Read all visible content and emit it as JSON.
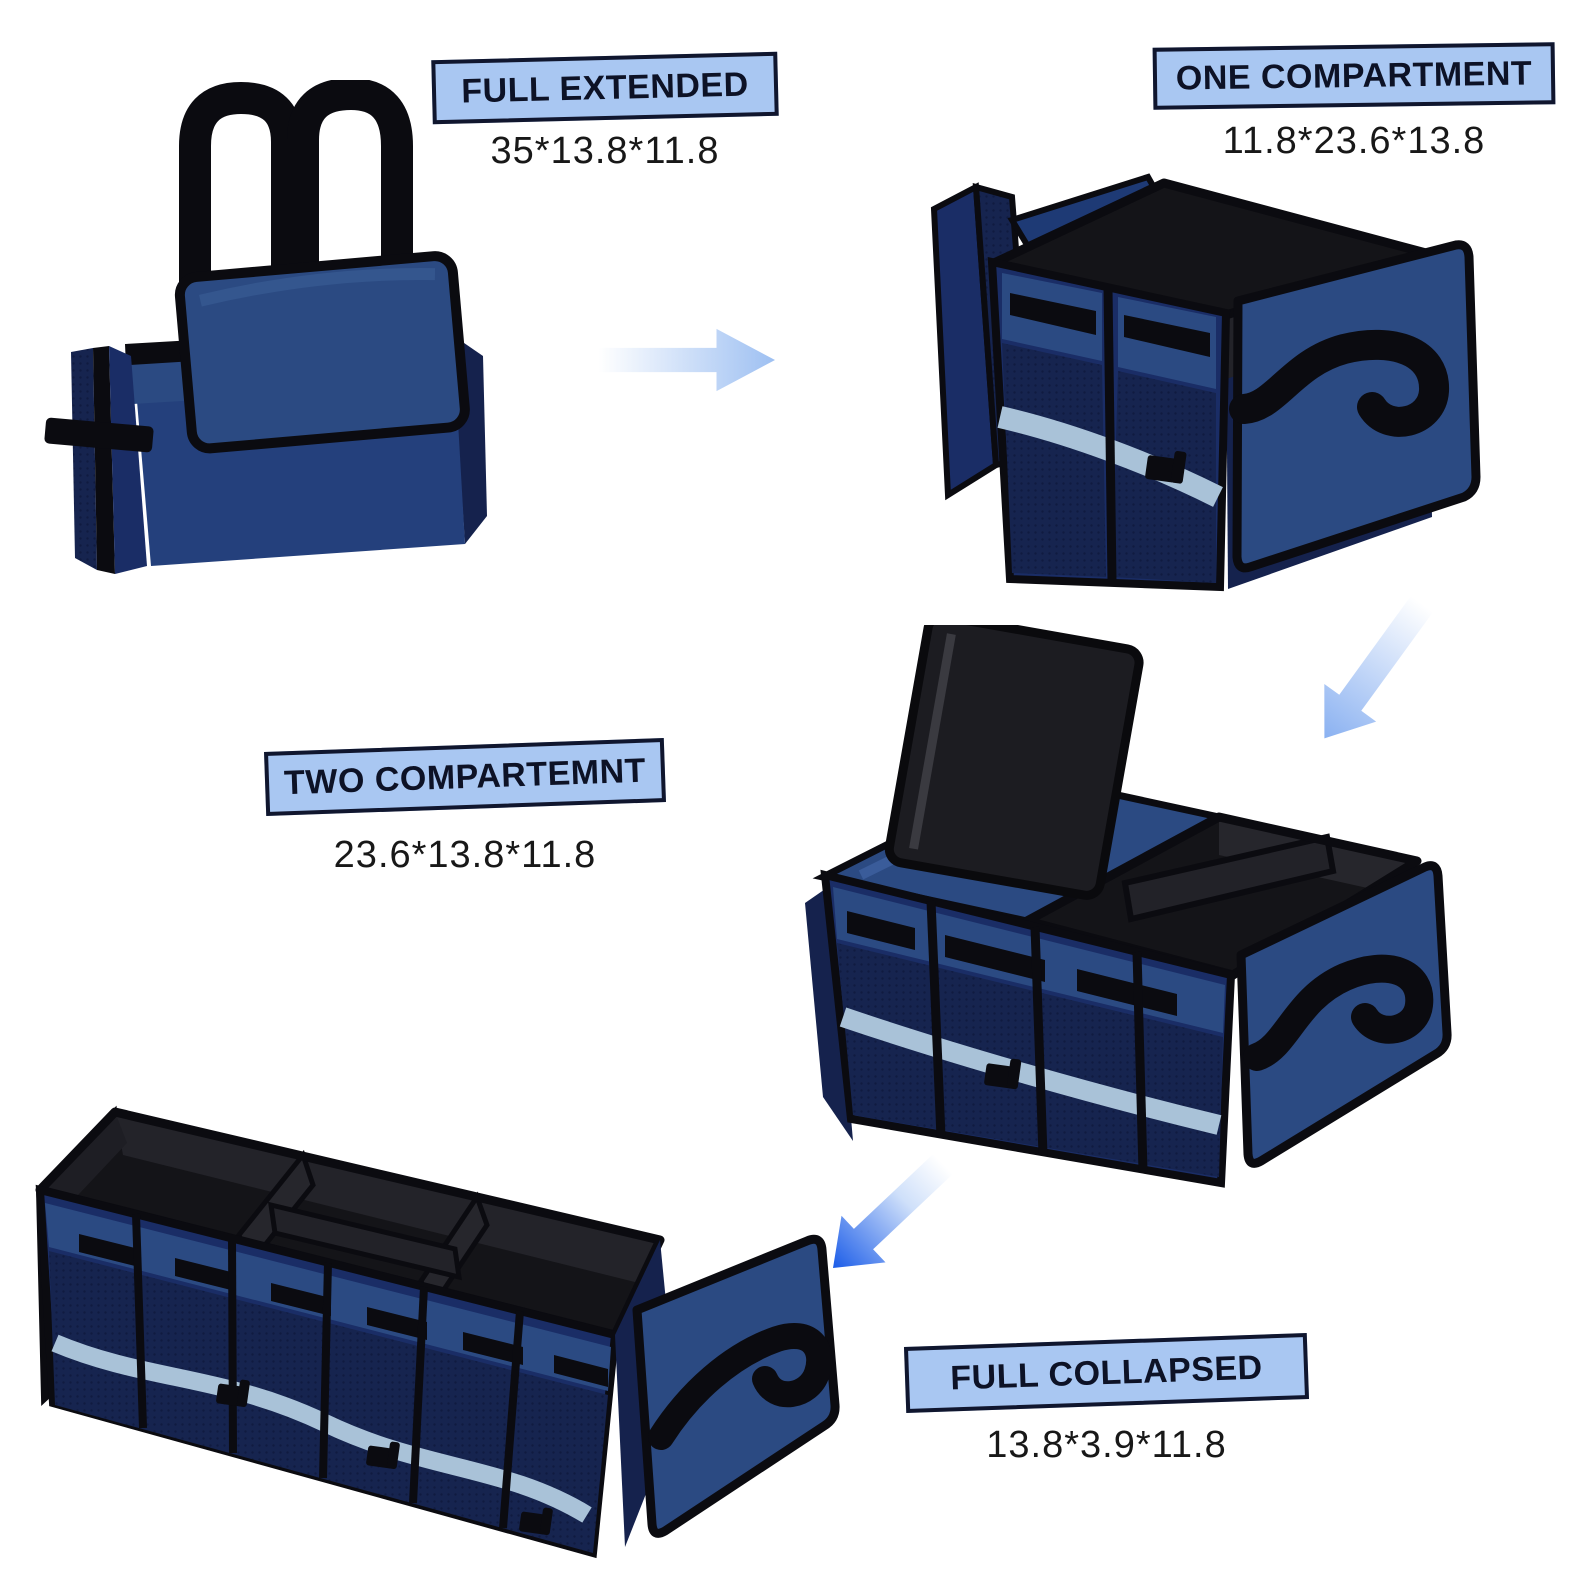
{
  "stages": [
    {
      "label": "FULL EXTENDED",
      "dimensions": "35*13.8*11.8"
    },
    {
      "label": "ONE COMPARTMENT",
      "dimensions": "11.8*23.6*13.8"
    },
    {
      "label": "TWO COMPARTEMNT",
      "dimensions": "23.6*13.8*11.8"
    },
    {
      "label": "FULL COLLAPSED",
      "dimensions": "13.8*3.9*11.8"
    }
  ],
  "icons": {
    "arrow_right": "→",
    "arrow_down_left": "↙"
  },
  "colors": {
    "background": "#ffffff",
    "label_background": "#a9c7f2",
    "label_border": "#10162e",
    "label_text": "#0d1226",
    "dimensions_text": "#181818",
    "organizer_navy": "#1a2d66",
    "organizer_panel_blue": "#2b4a82",
    "organizer_mesh_navy": "#16244f",
    "organizer_trim_black": "#0b0b10",
    "organizer_interior_black": "#141418",
    "reflective_stripe": "#a9c2d8",
    "arrow_light_blue": "#9ec0f2",
    "arrow_deep_blue": "#1b5ce8"
  }
}
